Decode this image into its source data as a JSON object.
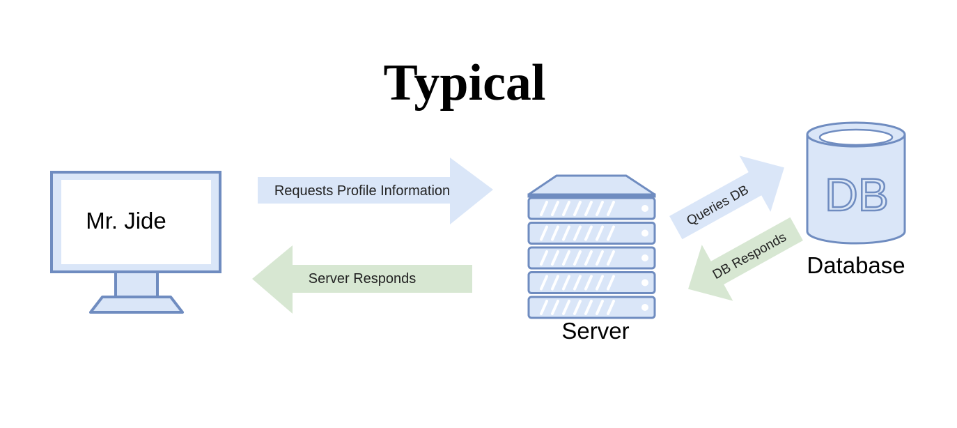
{
  "title": "Typical",
  "client": {
    "label": "Mr. Jide",
    "icon": "monitor-icon"
  },
  "server": {
    "label": "Server",
    "icon": "server-rack-icon"
  },
  "database": {
    "label": "Database",
    "glyph": "DB",
    "icon": "database-cylinder-icon"
  },
  "arrows": {
    "request": {
      "label": "Requests Profile Information",
      "color": "#dae6f8"
    },
    "response": {
      "label": "Server Responds",
      "color": "#d7e7d2"
    },
    "query": {
      "label": "Queries DB",
      "color": "#dae6f8"
    },
    "db_response": {
      "label": "DB Responds",
      "color": "#d7e7d2"
    }
  },
  "colors": {
    "stroke": "#6f8cc0",
    "fill_light": "#dae6f8",
    "screen_fill": "#ffffff"
  }
}
